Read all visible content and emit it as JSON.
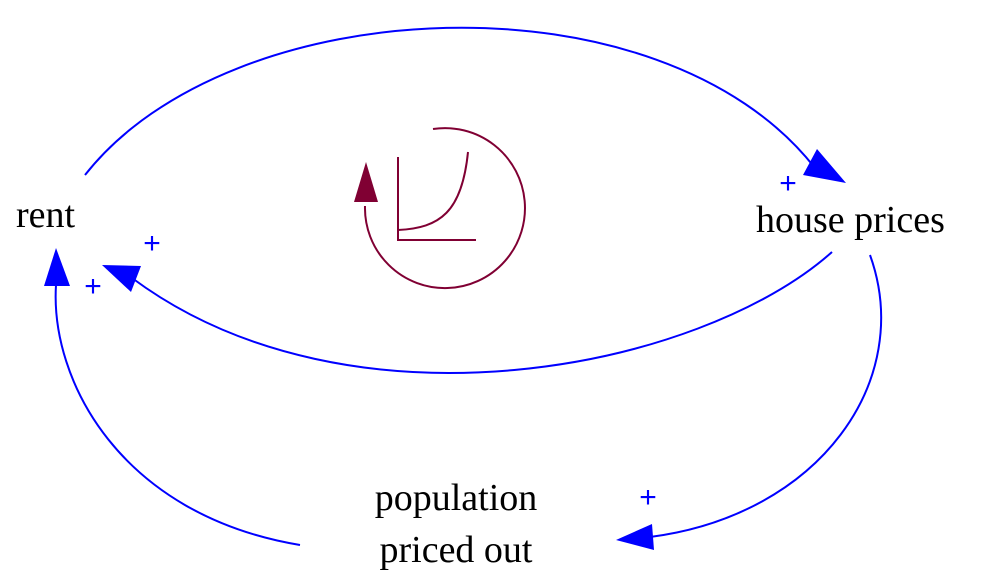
{
  "diagram": {
    "type": "causal-loop",
    "colors": {
      "link": "#0000ff",
      "loop": "#800033",
      "text": "#000000"
    },
    "nodes": {
      "rent": {
        "label": "rent"
      },
      "house_prices": {
        "label": "house prices"
      },
      "population_priced_out": {
        "label_line1": "population",
        "label_line2": "priced out"
      }
    },
    "links": [
      {
        "from": "rent",
        "to": "house prices",
        "polarity": "+"
      },
      {
        "from": "house prices",
        "to": "rent",
        "polarity": "+"
      },
      {
        "from": "house prices",
        "to": "population priced out",
        "polarity": "+"
      },
      {
        "from": "population priced out",
        "to": "rent",
        "polarity": "+"
      }
    ],
    "loop_indicator": {
      "icon": "reinforcing-growth-icon"
    }
  }
}
